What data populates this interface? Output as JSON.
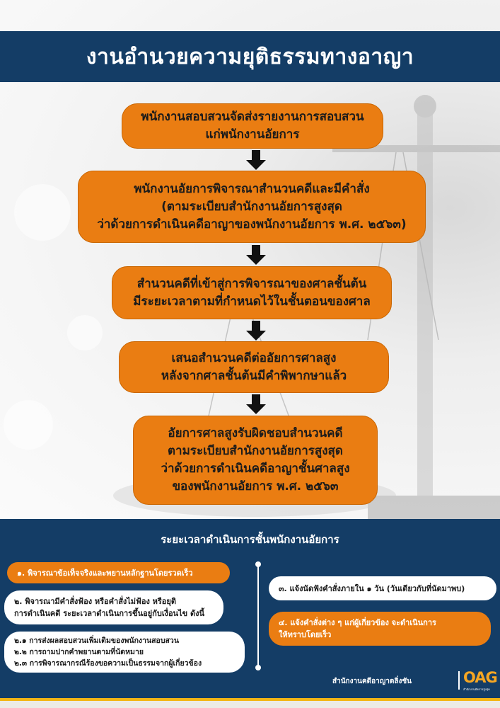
{
  "page": {
    "title": "งานอำนวยความยุติธรรมทางอาญา"
  },
  "flow": {
    "step1": [
      "พนักงานสอบสวนจัดส่งรายงานการสอบสวน",
      "แก่พนักงานอัยการ"
    ],
    "step2": [
      "พนักงานอัยการพิจารณาสำนวนคดีและมีคำสั่ง",
      "(ตามระเบียบสำนักงานอัยการสูงสุด",
      "ว่าด้วยการดำเนินคดีอาญาของพนักงานอัยการ พ.ศ. ๒๕๖๓)"
    ],
    "step3": [
      "สำนวนคดีที่เข้าสู่การพิจารณาของศาลชั้นต้น",
      "มีระยะเวลาตามที่กำหนดไว้ในชั้นตอนของศาล"
    ],
    "step4": [
      "เสนอสำนวนคดีต่ออัยการศาลสูง",
      "หลังจากศาลชั้นต้นมีคำพิพากษาแล้ว"
    ],
    "step5": [
      "อัยการศาลสูงรับผิดชอบสำนวนคดี",
      "ตามระเบียบสำนักงานอัยการสูงสุด",
      "ว่าด้วยการดำเนินคดีอาญาชั้นศาลสูง",
      "ของพนักงานอัยการ พ.ศ. ๒๕๖๓"
    ]
  },
  "timeline": {
    "title": "ระยะเวลาดำเนินการชั้นพนักงานอัยการ",
    "item1": "๑. พิจารณาข้อเท็จจริงและพยานหลักฐานโดยรวดเร็ว",
    "item2": [
      "๒. พิจารณามีคำสั่งฟ้อง หรือคำสั่งไม่ฟ้อง หรือยุติ",
      "การดำเนินคดี ระยะเวลาดำเนินการขึ้นอยู่กับเงื่อนไข ดังนี้"
    ],
    "item2_sub": [
      "๒.๑ การส่งผลสอบสวนเพิ่มเติมของพนักงานสอบสวน",
      "๒.๒ การถามปากคำพยานตามที่นัดหมาย",
      "๒.๓ การพิจารณากรณีร้องขอความเป็นธรรมจากผู้เกี่ยวข้อง"
    ],
    "item3": "๓. แจ้งนัดฟังคำสั่งภายใน ๑ วัน (วันเดียวกับที่นัดมาพบ)",
    "item4": [
      "๔. แจ้งคำสั่งต่าง ๆ แก่ผู้เกี่ยวข้อง จะดำเนินการ",
      "ให้ทราบโดยเร็ว"
    ]
  },
  "footer": {
    "org": "สำนักงานคดีอาญาตลิ่งชัน",
    "logo": "OAG",
    "logo_sub": "สำนักงานอัยการสูงสุด"
  },
  "colors": {
    "navy": "#143d66",
    "orange": "#ea7d12",
    "yellow": "#f3b515"
  }
}
